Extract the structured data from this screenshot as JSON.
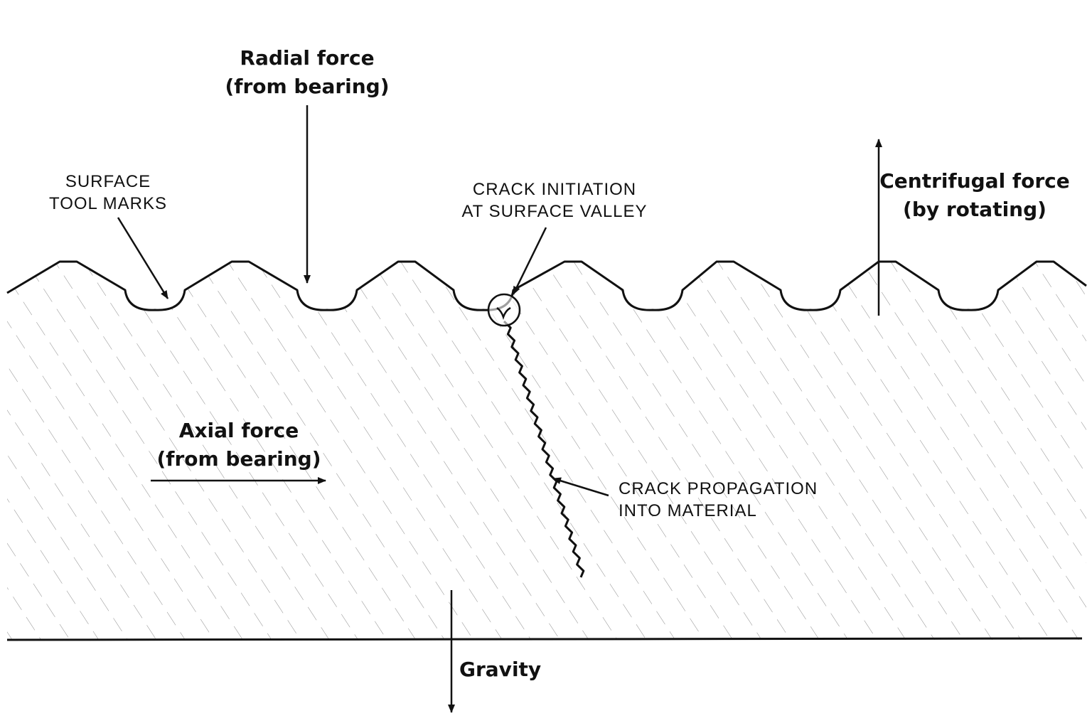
{
  "labels": {
    "radial_force": [
      "Radial force",
      "(from bearing)"
    ],
    "centrifugal_force": [
      "Centrifugal force",
      "(by rotating)"
    ],
    "axial_force": [
      "Axial force",
      "(from bearing)"
    ],
    "gravity": "Gravity",
    "surface_tool_marks": [
      "SURFACE",
      "TOOL MARKS"
    ],
    "crack_initiation": [
      "CRACK INITIATION",
      "AT SURFACE VALLEY"
    ],
    "crack_propagation": [
      "CRACK PROPAGATION",
      "INTO MATERIAL"
    ]
  },
  "colors": {
    "ink": "#111111",
    "hatch": "#8a8a8a",
    "background": "#ffffff"
  }
}
